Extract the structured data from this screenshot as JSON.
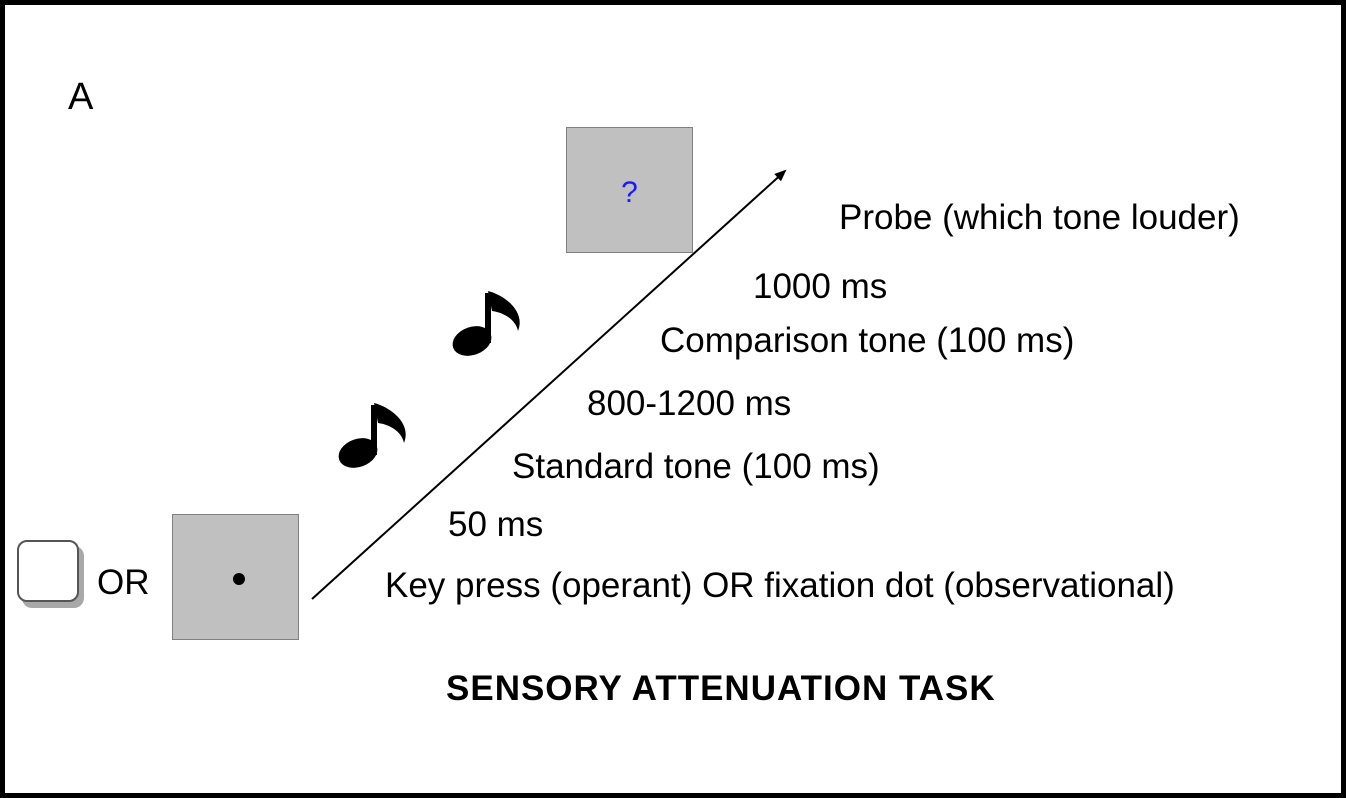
{
  "panel_label": "A",
  "steps": {
    "probe": "Probe (which tone louder)",
    "interval_1000": "1000 ms",
    "comparison": "Comparison tone (100 ms)",
    "interval_800_1200": "800-1200 ms",
    "standard": "Standard tone (100 ms)",
    "interval_50": "50 ms",
    "start": "Key press (operant) OR fixation dot (observational)"
  },
  "probe_screen": {
    "symbol": "?",
    "symbol_color": "#1a1aff",
    "background": "#c0c0c0"
  },
  "fixation_screen": {
    "background": "#c0c0c0"
  },
  "or_label": "OR",
  "title": "SENSORY ATTENUATION TASK",
  "icons": [
    "key-icon",
    "music-note-icon",
    "music-note-icon",
    "time-arrow-icon"
  ]
}
